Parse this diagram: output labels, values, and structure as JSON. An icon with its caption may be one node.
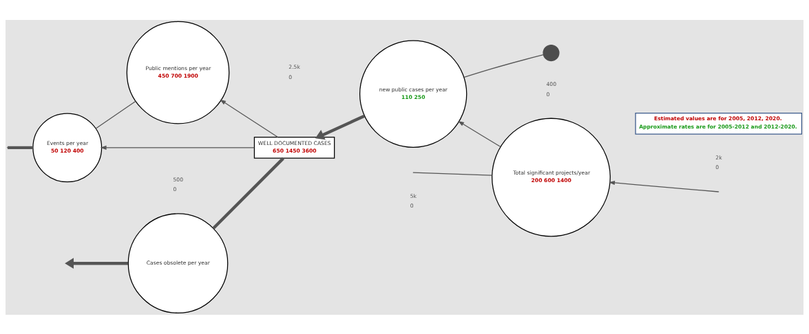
{
  "diagram": {
    "nodes": [
      {
        "text": [
          "Public mentions per year",
          "450 700 1900"
        ]
      },
      {
        "text": [
          "Events per year",
          "50 120 400"
        ]
      },
      {
        "text": [
          "WELL DOCUMENTED CASES",
          "650 1450 3600"
        ]
      },
      {
        "text": [
          "Cases obsolete per year"
        ]
      },
      {
        "text": [
          "new public cases per year",
          "110 250"
        ]
      },
      {
        "text": [],
        "shape": "circle"
      },
      {
        "text": [
          "Total significant projects/year",
          "200 600 1400"
        ]
      },
      {
        "text": [
          "Estimated values are for 2005, 2012, 2020.",
          "Approximate rates are for 2005-2012 and 2012-2020."
        ]
      }
    ],
    "edges": [
      {
        "from": 2,
        "to": 0,
        "arrow": "to"
      },
      {
        "from": 2,
        "to": 1,
        "arrow": "to"
      },
      {
        "from": 0,
        "to": 1,
        "arrow": "none"
      },
      {
        "from": 1,
        "to": null,
        "arrow": "none",
        "style": "thick"
      },
      {
        "from": 2,
        "to": 3,
        "arrow": "none",
        "style": "thick"
      },
      {
        "from": 3,
        "to": null,
        "arrow": "to",
        "style": "thick"
      },
      {
        "from": 5,
        "to": 4,
        "arrow": "none"
      },
      {
        "from": 4,
        "to": 2,
        "arrow": "to",
        "style": "thick"
      },
      {
        "from": 6,
        "to": 4,
        "arrow": "to"
      },
      {
        "from": null,
        "to": 6,
        "arrow": "to"
      },
      {
        "from": 6,
        "to": null,
        "arrow": "none"
      }
    ],
    "labels": [
      "2.5k",
      "0",
      "500",
      "0",
      "5k",
      "0",
      "400",
      "0",
      "2k",
      "0"
    ]
  }
}
